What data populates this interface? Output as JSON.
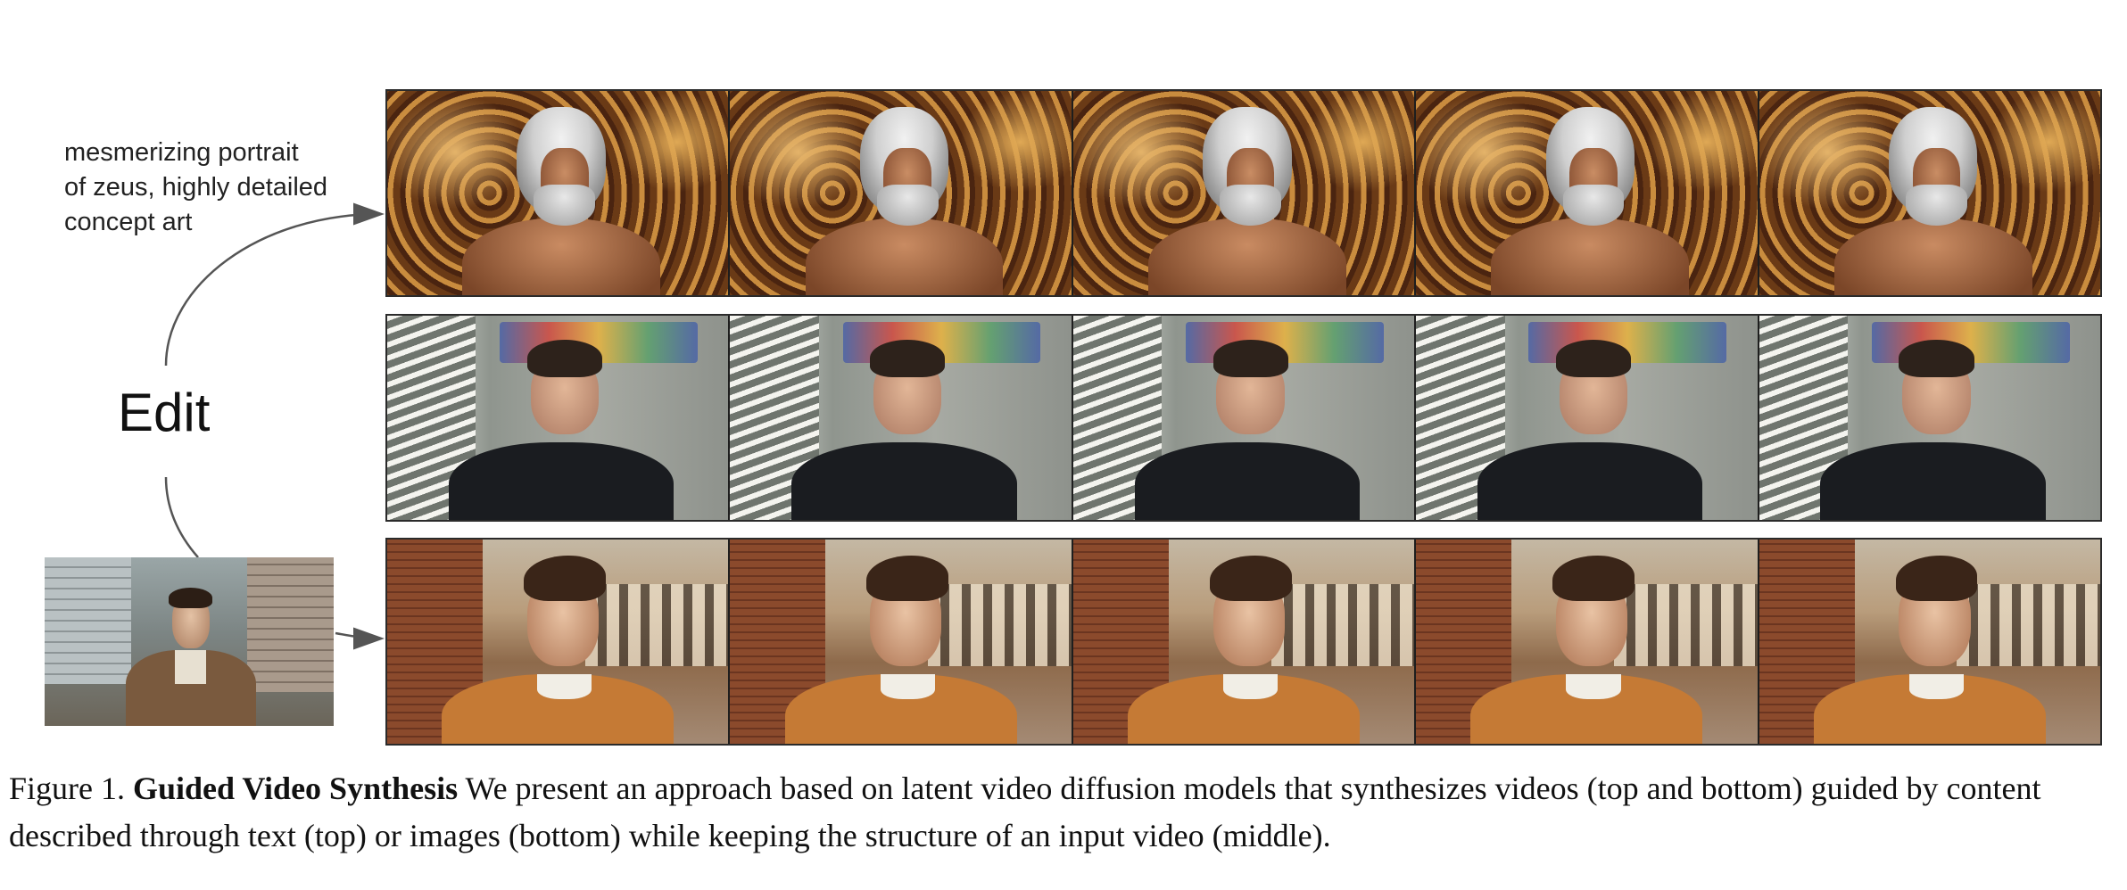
{
  "figure": {
    "prompt_text": "mesmerizing portrait\nof zeus, highly detailed\nconcept art",
    "edit_label": "Edit",
    "rows": [
      {
        "name": "text-guided-output",
        "frames": 5
      },
      {
        "name": "input-video",
        "frames": 5
      },
      {
        "name": "image-guided-output",
        "frames": 5
      }
    ]
  },
  "caption": {
    "label": "Figure 1.",
    "title": "Guided Video Synthesis",
    "body": "We present an approach based on latent video diffusion models that synthesizes videos (top and bottom) guided by content described through text (top) or images (bottom) while keeping the structure of an input video (middle)."
  }
}
